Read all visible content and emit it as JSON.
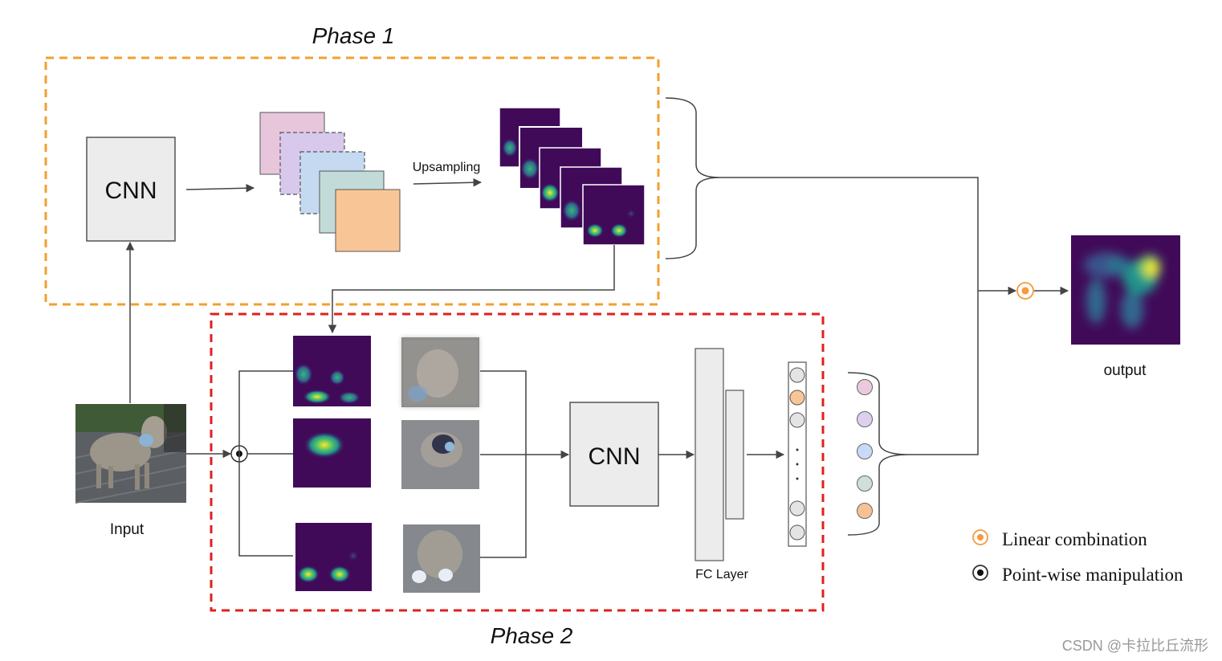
{
  "phase1": {
    "title": "Phase 1",
    "border_color": "#f0a030"
  },
  "phase2": {
    "title": "Phase 2",
    "border_color": "#e02020"
  },
  "cnn1": {
    "label": "CNN"
  },
  "cnn2": {
    "label": "CNN"
  },
  "upsampling": {
    "label": "Upsampling"
  },
  "input": {
    "label": "Input"
  },
  "output": {
    "label": "output"
  },
  "fc": {
    "label": "FC Layer"
  },
  "legend": {
    "linear": {
      "label": "Linear combination",
      "color": "#f39a3c"
    },
    "pointwise": {
      "label": "Point-wise manipulation",
      "color": "#111111"
    }
  },
  "feature_map_colors": [
    "#e7c6dc",
    "#d7c8ec",
    "#c5daf1",
    "#c3dbd8",
    "#f8c696"
  ],
  "score_colors": [
    "#ecc9df",
    "#ddd0ef",
    "#c9d9f8",
    "#cfe0dc",
    "#f7c196"
  ],
  "watermark": "CSDN @卡拉比丘流形",
  "colors": {
    "heatmap_bg": "#410a59",
    "cnn_box": "#ececec",
    "line": "#555555"
  }
}
